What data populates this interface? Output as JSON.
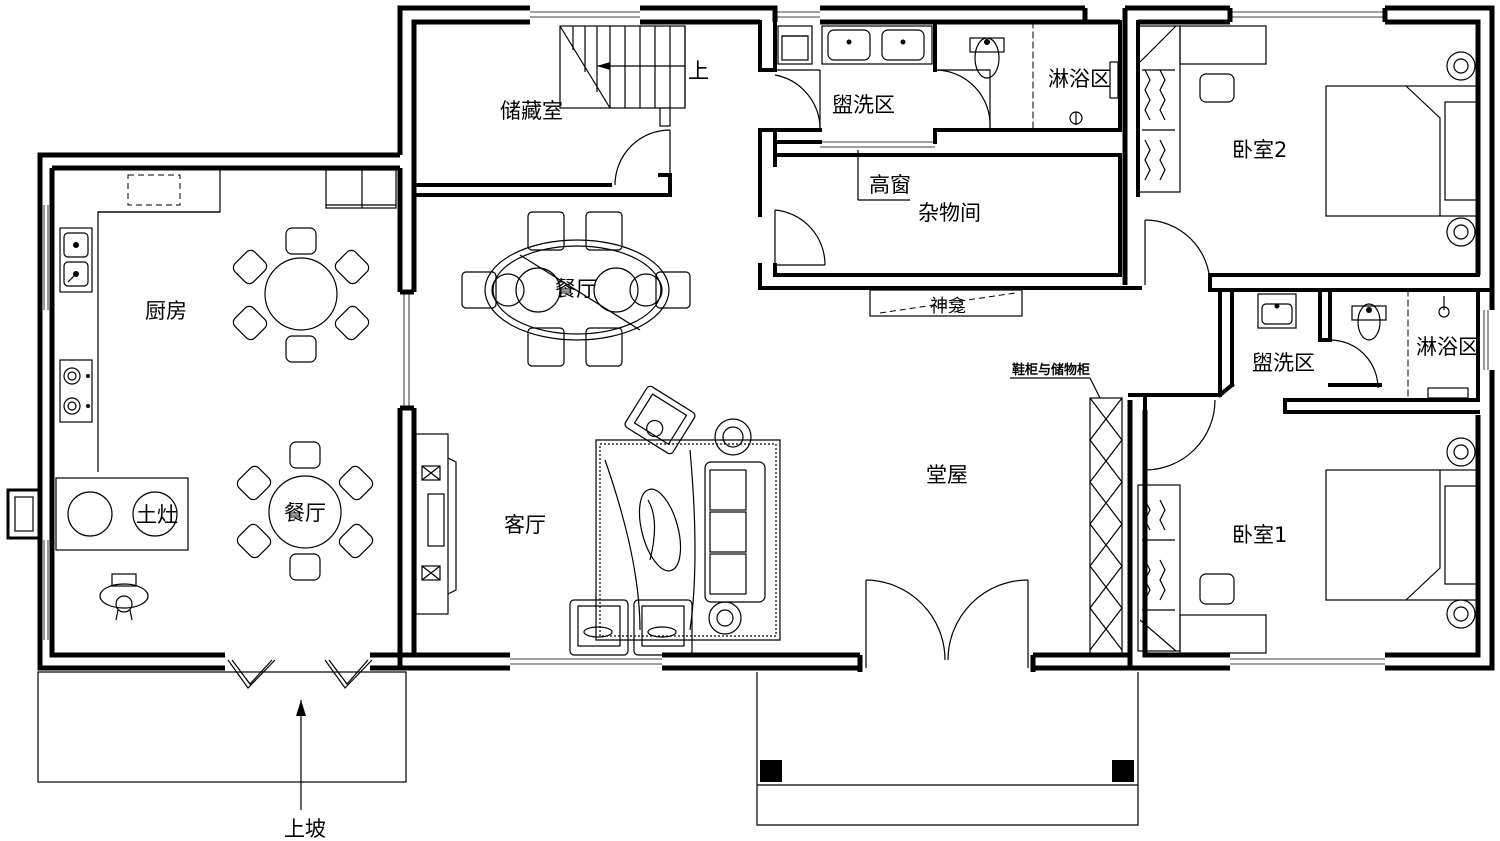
{
  "floor_plan": {
    "rooms": {
      "storage": "储藏室",
      "stair_up": "上",
      "washroom_top": "盥洗区",
      "shower_top": "淋浴区",
      "bedroom2": "卧室2",
      "high_window": "高窗",
      "utility": "杂物间",
      "dining_center": "餐厅",
      "shrine": "神龛",
      "kitchen": "厨房",
      "stove": "土灶",
      "dining_kitchen": "餐厅",
      "living": "客厅",
      "hall": "堂屋",
      "shoe_cabinet": "鞋柜与储物柜",
      "washroom_right": "盥洗区",
      "shower_right": "淋浴区",
      "bedroom1": "卧室1",
      "ramp_up": "上坡"
    }
  }
}
